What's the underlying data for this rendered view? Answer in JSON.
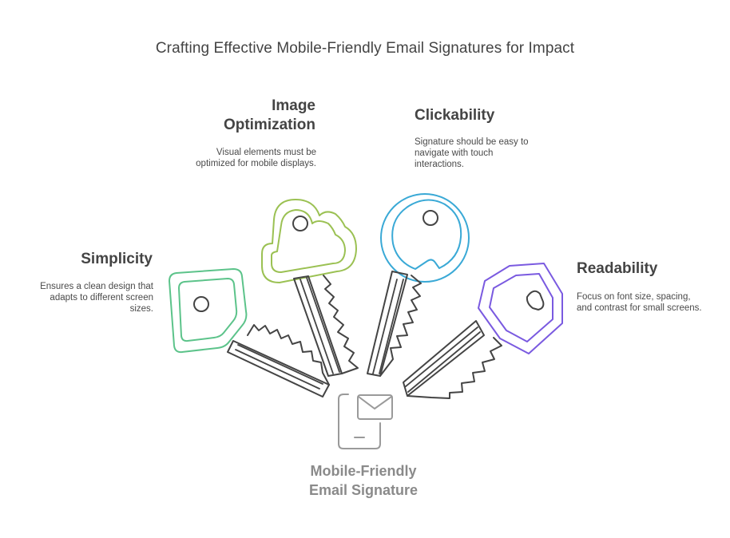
{
  "title": "Crafting Effective Mobile-Friendly Email Signatures for Impact",
  "center": {
    "label_line1": "Mobile-Friendly",
    "label_line2": "Email Signature",
    "icon": "mobile-email-icon"
  },
  "items": [
    {
      "heading": "Simplicity",
      "desc_lines": [
        "Ensures a clean design that",
        "adapts to different screen",
        "sizes."
      ],
      "color": "#5cc38a"
    },
    {
      "heading_line1": "Image",
      "heading_line2": "Optimization",
      "desc_lines": [
        "Visual elements must be",
        "optimized for mobile displays."
      ],
      "color": "#9bc153"
    },
    {
      "heading": "Clickability",
      "desc_lines": [
        "Signature should be easy to",
        "navigate with touch",
        "interactions."
      ],
      "color": "#3aa9d6"
    },
    {
      "heading": "Readability",
      "desc_lines": [
        "Focus on font size, spacing,",
        "and contrast for small screens."
      ],
      "color": "#7a5ae0"
    }
  ]
}
